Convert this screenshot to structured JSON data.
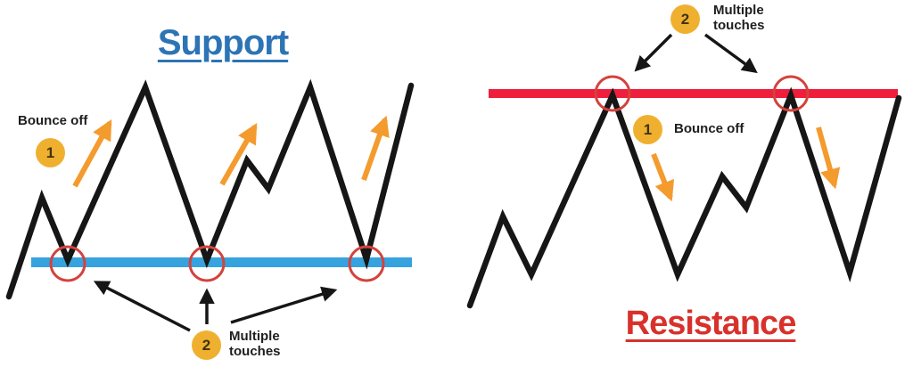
{
  "support": {
    "title": "Support",
    "bounce_off": {
      "step": "1",
      "label": "Bounce off"
    },
    "multiple_touches": {
      "step": "2",
      "label": "Multiple touches"
    },
    "touch_count": 3,
    "line_orientation": "horizontal-bottom"
  },
  "resistance": {
    "title": "Resistance",
    "bounce_off": {
      "step": "1",
      "label": "Bounce off"
    },
    "multiple_touches": {
      "step": "2",
      "label": "Multiple touches"
    },
    "touch_count": 2,
    "line_orientation": "horizontal-top"
  },
  "colors": {
    "line_black": "#161616",
    "support_line": "#36a3df",
    "support_title": "#2d74b5",
    "resistance_line": "#ee1e3c",
    "resistance_title": "#d8312b",
    "arrow_orange": "#f49b2e",
    "touch_circle": "#d4423c",
    "badge_fill": "#f0b02f",
    "badge_text": "#3f3310"
  }
}
